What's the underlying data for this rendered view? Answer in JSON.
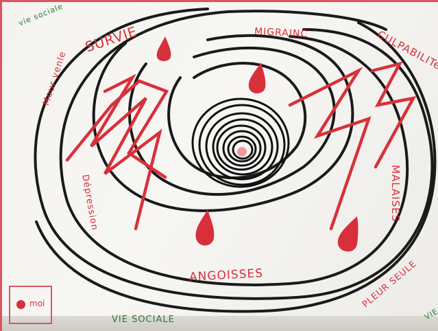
{
  "drawing": {
    "labels": {
      "survie": "SURVIE",
      "migraine": "MIGRAINC",
      "culpabilite": "CULPABILITé",
      "malaises": "MALAISES",
      "mour_venle": "Mour venle",
      "depression": "Dépression",
      "angoisses": "ANGOISSES",
      "pleur_seule": "PLEUR SEULE",
      "vie_sociale_top": "vie sociale",
      "vie_sociale_bottom": "VIE SOCIALE",
      "vie_sociale_right": "VIE"
    },
    "legend": {
      "label": "moi"
    },
    "colors": {
      "ink_black": "#1a1a1a",
      "marker_red": "#d8303a",
      "marker_green": "#2a7a37",
      "paper": "#f5f4f0"
    }
  }
}
